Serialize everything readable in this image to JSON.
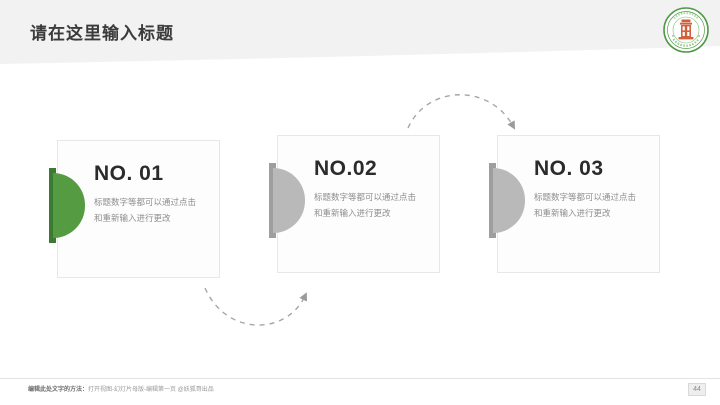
{
  "slide": {
    "title": "请在这里输入标题",
    "page_number": "44",
    "background_color": "#ffffff",
    "band_color": "#f2f2f2",
    "accent_green": "#549b42",
    "accent_gray": "#b9b9b9"
  },
  "logo": {
    "name": "university-seal",
    "ring_color": "#4f9a47",
    "emblem_color": "#d2603a"
  },
  "cards": [
    {
      "number": "NO. 01",
      "description": "标题数字等都可以通过点击和重新输入进行更改",
      "badge_color": "#549b42"
    },
    {
      "number": "NO.02",
      "description": "标题数字等都可以通过点击和重新输入进行更改",
      "badge_color": "#b9b9b9"
    },
    {
      "number": "NO. 03",
      "description": "标题数字等都可以通过点击和重新输入进行更改",
      "badge_color": "#b9b9b9"
    }
  ],
  "arrows": [
    {
      "name": "arrow-card1-to-card2",
      "direction": "down-curve-right"
    },
    {
      "name": "arrow-card2-to-card3",
      "direction": "up-curve-right"
    }
  ],
  "footer": {
    "note_label": "编辑此处文字的方法：",
    "note_text": "打开视图-幻灯片母版-编辑第一页 @妖狐哥出品"
  }
}
